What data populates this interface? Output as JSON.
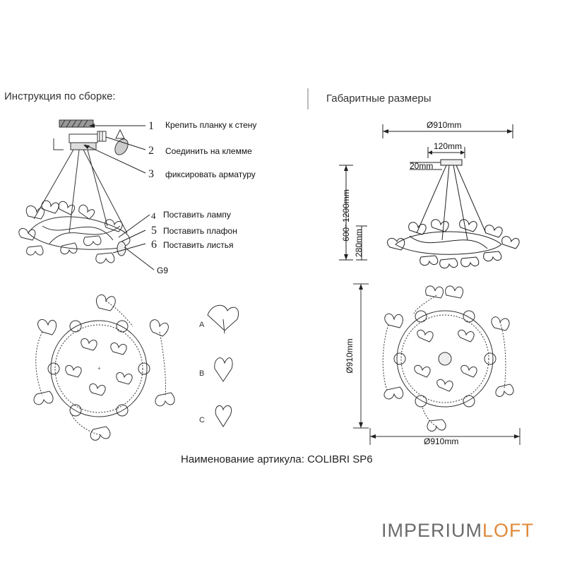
{
  "left_heading": "Инструкция по сборке:",
  "right_heading": "Габаритные размеры",
  "steps": [
    {
      "num": "1",
      "text": "Крепить планку к стену"
    },
    {
      "num": "2",
      "text": "Соединить на клемме"
    },
    {
      "num": "3",
      "text": "фиксировать арматуру"
    },
    {
      "num": "4",
      "text": "Поставить лампу"
    },
    {
      "num": "5",
      "text": "Поставить плафон"
    },
    {
      "num": "6",
      "text": "Поставить листья"
    }
  ],
  "bulb_label": "G9",
  "parts": [
    {
      "label": "A"
    },
    {
      "label": "B"
    },
    {
      "label": "C"
    }
  ],
  "dimensions": {
    "top_width": "Ø910mm",
    "canopy_width": "120mm",
    "canopy_height": "20mm",
    "drop": "600~1200mm",
    "body_height": "280mm",
    "plan_height": "Ø910mm",
    "plan_width": "Ø910mm"
  },
  "article_line": "Наименование артикула: COLIBRI SP6",
  "brand": {
    "part1": "IMPERIUM",
    "part2": "LOFT",
    "color1": "#6b6b6b",
    "color2": "#e08a3c"
  }
}
